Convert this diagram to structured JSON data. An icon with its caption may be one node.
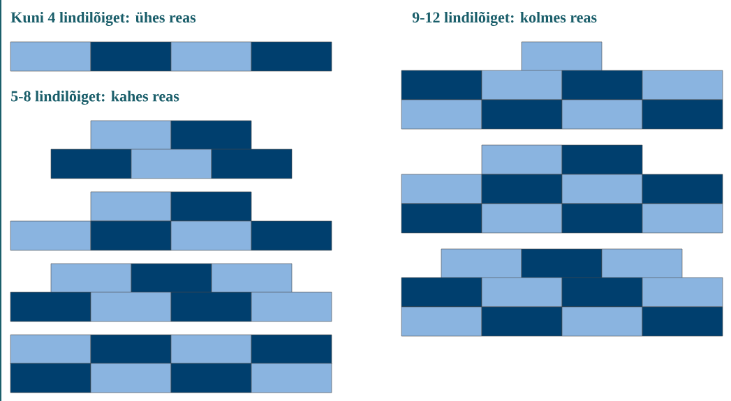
{
  "diagram": {
    "labels": [
      "Kuni 4 lindilõiget: ühes reas",
      "5-8 lindilõiget: kahes reas",
      "9-12 lindilõiget: kolmes reas"
    ]
  }
}
